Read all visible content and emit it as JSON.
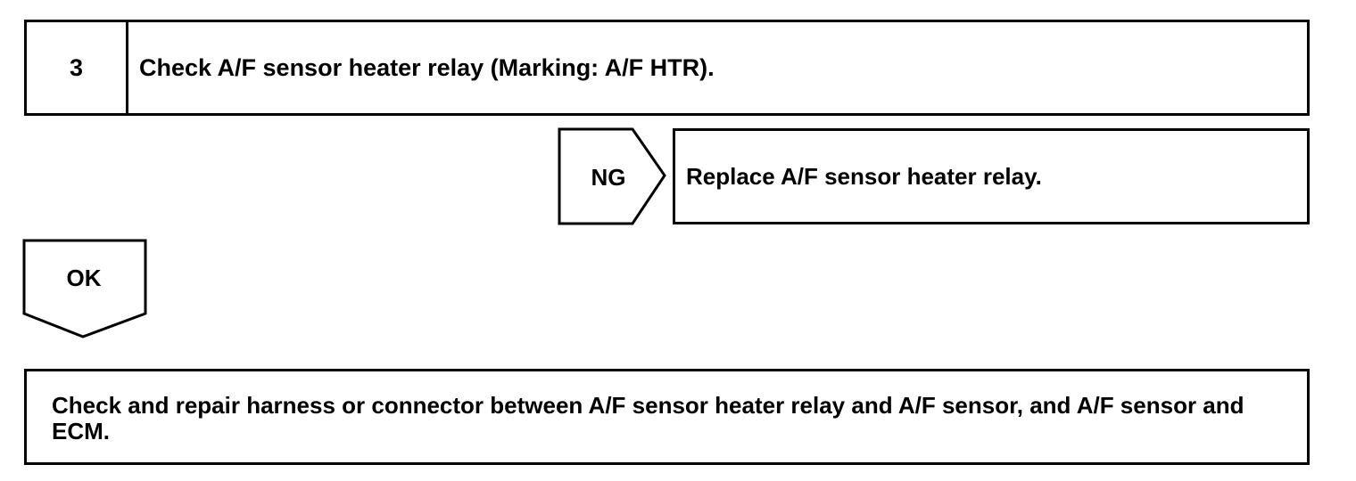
{
  "step": {
    "number": "3",
    "title": "Check A/F sensor heater relay (Marking: A/F HTR)."
  },
  "ng_branch": {
    "label": "NG",
    "action": "Replace A/F sensor heater relay."
  },
  "ok_branch": {
    "label": "OK"
  },
  "final_action": {
    "text": "Check and repair harness or connector between A/F sensor heater relay and A/F sensor, and A/F sensor and ECM."
  }
}
